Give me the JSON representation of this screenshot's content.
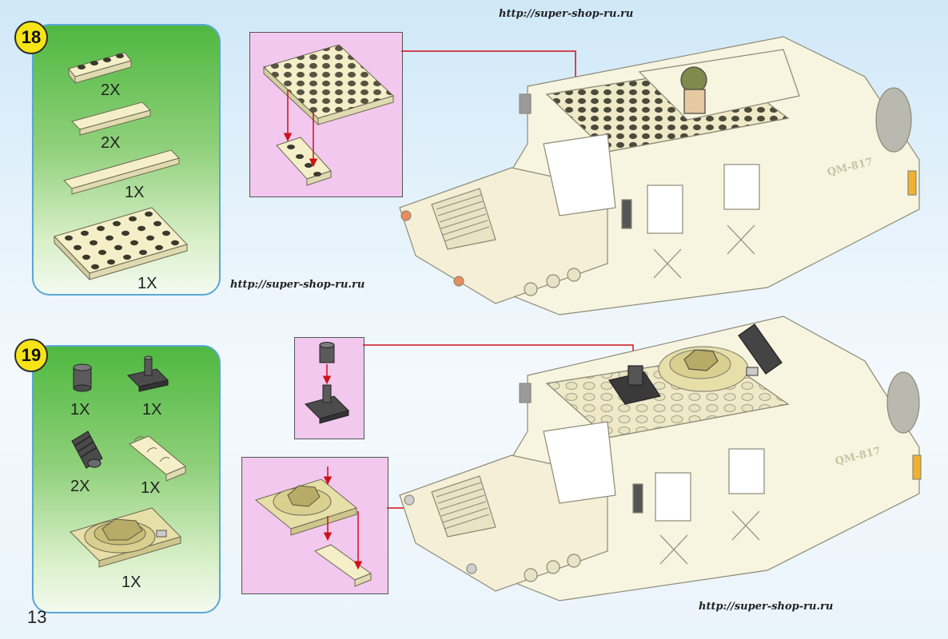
{
  "step18": {
    "number": "18",
    "parts": [
      {
        "qty": "2X",
        "name": "plate-1x4-icon"
      },
      {
        "qty": "2X",
        "name": "tile-1x4-icon"
      },
      {
        "qty": "1X",
        "name": "tile-1x6-icon"
      },
      {
        "qty": "1X",
        "name": "plate-4x6-icon"
      }
    ]
  },
  "step19": {
    "number": "19",
    "parts": [
      {
        "qty": "1X",
        "name": "round-brick-1x1-icon"
      },
      {
        "qty": "1X",
        "name": "plate-with-pin-icon"
      },
      {
        "qty": "2X",
        "name": "cylinder-icon"
      },
      {
        "qty": "1X",
        "name": "bracket-slope-icon"
      },
      {
        "qty": "1X",
        "name": "turret-hatch-icon"
      }
    ]
  },
  "urls": {
    "top": "http://super-shop-ru.ru",
    "middle": "http://super-shop-ru.ru",
    "bottom": "http://super-shop-ru.ru"
  },
  "vehicle_labels": {
    "upper": "QM-817",
    "lower": "QM-817"
  },
  "page_number": "13",
  "colors": {
    "arrow": "#d0101a",
    "brick": "#f4efc8",
    "stud_dark": "#3a3a2c",
    "panel_green": "#4fb840",
    "pink": "#f2c8ee",
    "badge": "#f6e417"
  }
}
